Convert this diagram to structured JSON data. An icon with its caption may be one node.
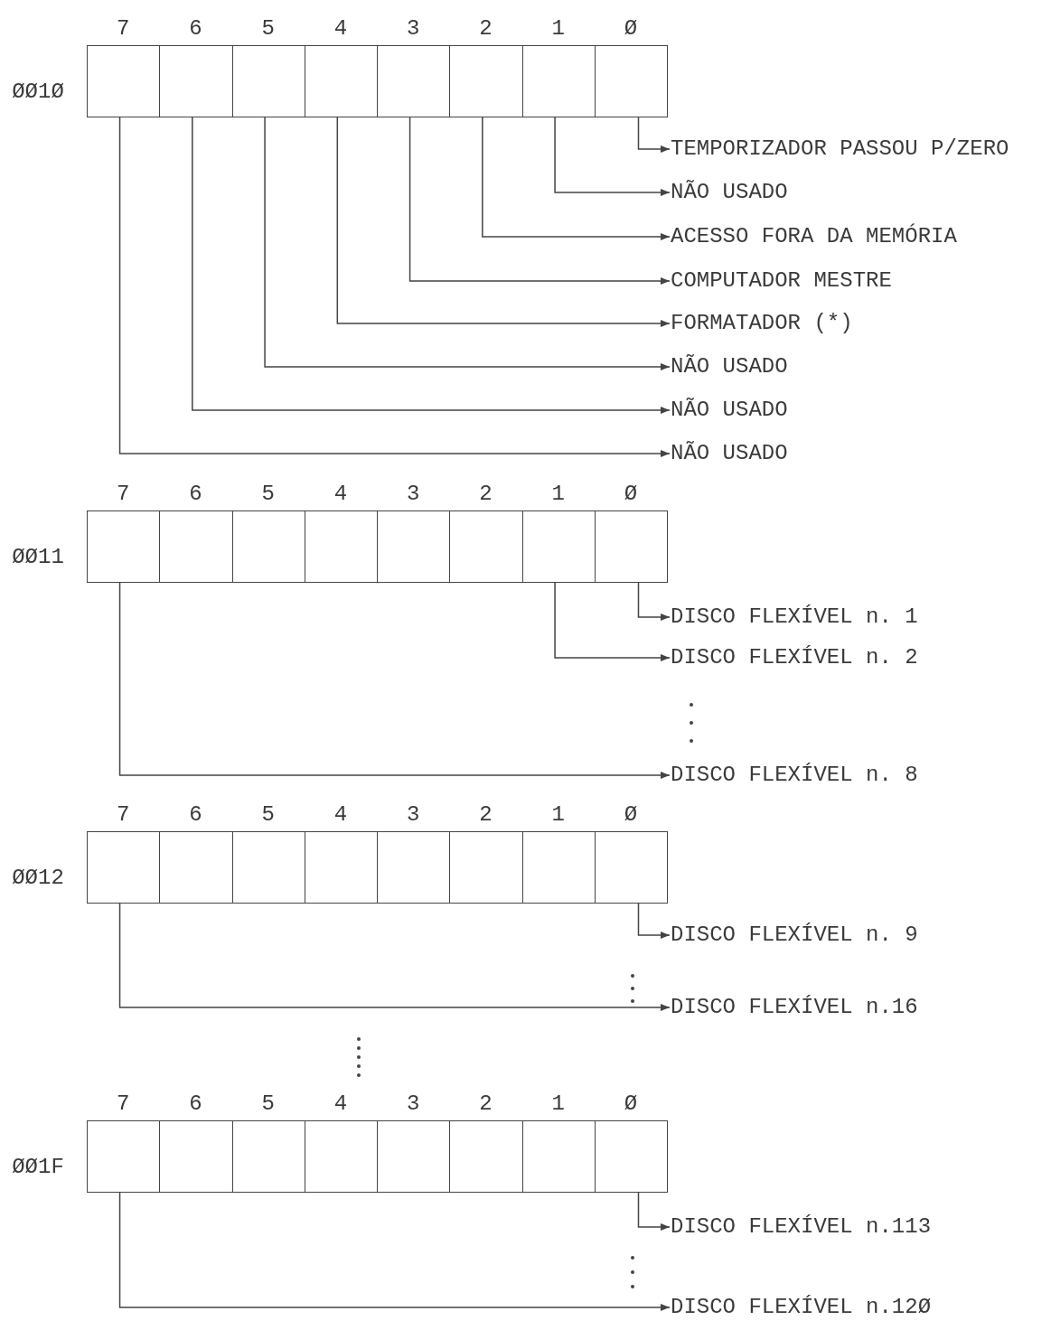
{
  "diagram": {
    "nodes": [
      {
        "text": [],
        "shape": "box"
      },
      {
        "text": [],
        "shape": "box"
      },
      {
        "text": [],
        "shape": "box"
      },
      {
        "text": [],
        "shape": "box"
      },
      {
        "text": [],
        "shape": "box"
      },
      {
        "text": [],
        "shape": "box"
      },
      {
        "text": [],
        "shape": "box"
      },
      {
        "text": [],
        "shape": "box"
      },
      {
        "text": [
          "TEMPORIZADOR PASSOU P/ZERO"
        ]
      },
      {
        "text": [
          "NÃO USADO"
        ]
      },
      {
        "text": [
          "ACESSO FORA DA MEMÓRIA"
        ]
      },
      {
        "text": [
          "COMPUTADOR MESTRE"
        ]
      },
      {
        "text": [
          "FORMATADOR (*)"
        ]
      },
      {
        "text": [
          "NÃO USADO"
        ]
      },
      {
        "text": [
          "NÃO USADO"
        ]
      },
      {
        "text": [
          "NÃO USADO"
        ]
      },
      {
        "text": [],
        "shape": "box"
      },
      {
        "text": [],
        "shape": "box"
      },
      {
        "text": [],
        "shape": "box"
      },
      {
        "text": [],
        "shape": "box"
      },
      {
        "text": [],
        "shape": "box"
      },
      {
        "text": [],
        "shape": "box"
      },
      {
        "text": [],
        "shape": "box"
      },
      {
        "text": [],
        "shape": "box"
      },
      {
        "text": [
          "DISCO FLEXÍVEL n. 1"
        ]
      },
      {
        "text": [
          "DISCO FLEXÍVEL n. 2"
        ]
      },
      {
        "text": [
          "DISCO FLEXÍVEL n. 8"
        ]
      },
      {
        "text": [],
        "shape": "box"
      },
      {
        "text": [],
        "shape": "box"
      },
      {
        "text": [],
        "shape": "box"
      },
      {
        "text": [],
        "shape": "box"
      },
      {
        "text": [],
        "shape": "box"
      },
      {
        "text": [],
        "shape": "box"
      },
      {
        "text": [],
        "shape": "box"
      },
      {
        "text": [],
        "shape": "box"
      },
      {
        "text": [
          "DISCO FLEXÍVEL n. 9"
        ]
      },
      {
        "text": [
          "DISCO FLEXÍVEL n.16"
        ]
      },
      {
        "text": [],
        "shape": "box"
      },
      {
        "text": [],
        "shape": "box"
      },
      {
        "text": [],
        "shape": "box"
      },
      {
        "text": [],
        "shape": "box"
      },
      {
        "text": [],
        "shape": "box"
      },
      {
        "text": [],
        "shape": "box"
      },
      {
        "text": [],
        "shape": "box"
      },
      {
        "text": [],
        "shape": "box"
      },
      {
        "text": [
          "DISCO FLEXÍVEL n.113"
        ]
      },
      {
        "text": [
          "DISCO FLEXÍVEL n.12Ø"
        ]
      }
    ],
    "edges": [
      {
        "from": 7,
        "to": 8,
        "arrow": "to"
      },
      {
        "from": 6,
        "to": 9,
        "arrow": "to"
      },
      {
        "from": 5,
        "to": 10,
        "arrow": "to"
      },
      {
        "from": 4,
        "to": 11,
        "arrow": "to"
      },
      {
        "from": 3,
        "to": 12,
        "arrow": "to"
      },
      {
        "from": 2,
        "to": 13,
        "arrow": "to"
      },
      {
        "from": 1,
        "to": 14,
        "arrow": "to"
      },
      {
        "from": 0,
        "to": 15,
        "arrow": "to"
      },
      {
        "from": 23,
        "to": 24,
        "arrow": "to"
      },
      {
        "from": 22,
        "to": 25,
        "arrow": "to"
      },
      {
        "from": 16,
        "to": 26,
        "arrow": "to"
      },
      {
        "from": 34,
        "to": 35,
        "arrow": "to"
      },
      {
        "from": 27,
        "to": 36,
        "arrow": "to"
      },
      {
        "from": 44,
        "to": 45,
        "arrow": "to"
      },
      {
        "from": 37,
        "to": 46,
        "arrow": "to"
      }
    ],
    "labels": [
      "7",
      "6",
      "5",
      "4",
      "3",
      "2",
      "1",
      "Ø",
      "ØØ1Ø",
      "7",
      "6",
      "5",
      "4",
      "3",
      "2",
      "1",
      "Ø",
      "ØØ11",
      "7",
      "6",
      "5",
      "4",
      "3",
      "2",
      "1",
      "Ø",
      "ØØ12",
      "7",
      "6",
      "5",
      "4",
      "3",
      "2",
      "1",
      "Ø",
      "ØØ1F"
    ]
  }
}
